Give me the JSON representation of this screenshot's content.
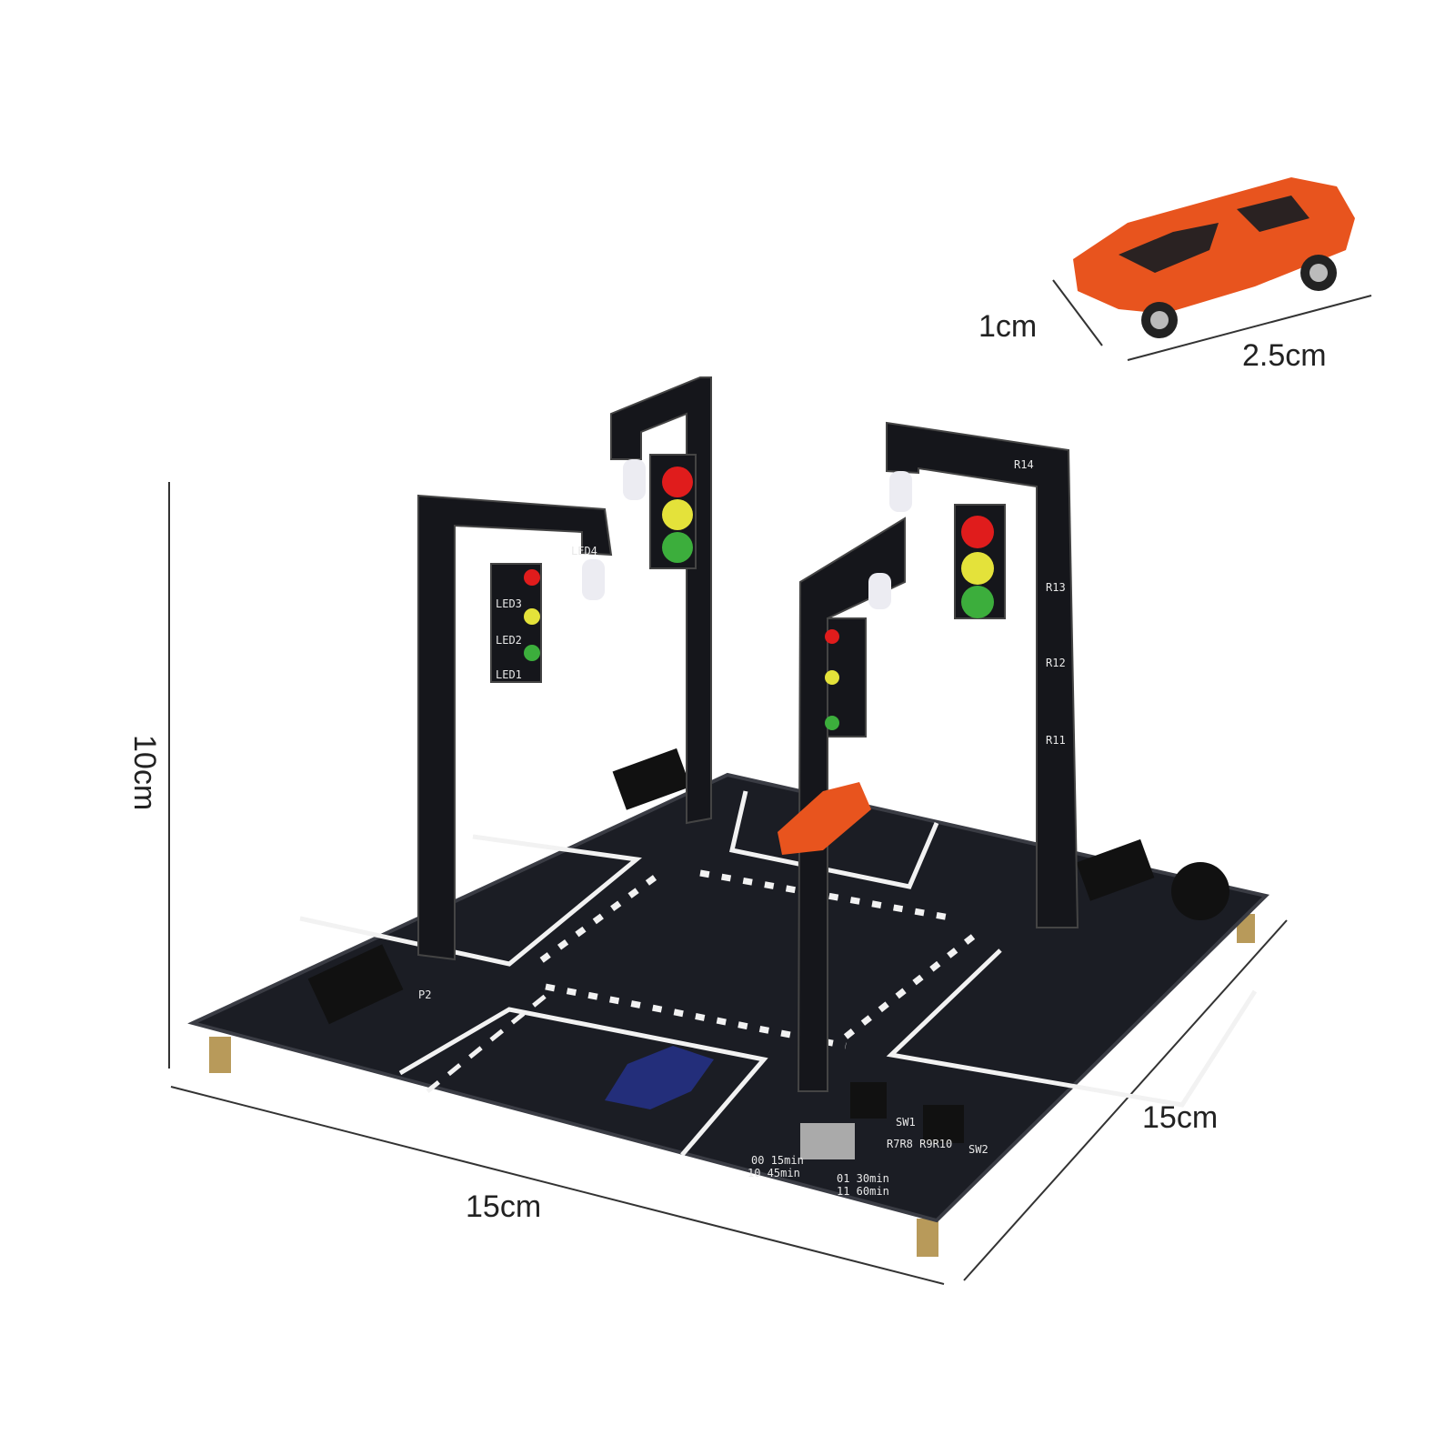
{
  "dimensions": {
    "car_width": "1cm",
    "car_length": "2.5cm",
    "height": "10cm",
    "board_front": "15cm",
    "board_side": "15cm"
  },
  "silkscreen": {
    "led1": "LED1",
    "led2": "LED2",
    "led3": "LED3",
    "led4": "LED4",
    "r11": "R11",
    "r12": "R12",
    "r13": "R13",
    "r14": "R14",
    "sw1": "SW1",
    "sw2": "SW2",
    "resistors": "R7R8 R9R10",
    "p2": "P2",
    "timer_00": "00 15min",
    "timer_10": "10 45min",
    "timer_01": "01 30min",
    "timer_11": "11 60min"
  },
  "colors": {
    "board": "#1b1d24",
    "road_line": "#f2f2f2",
    "car_orange": "#e8541e",
    "car_blue": "#232e7a",
    "led_red": "#e01c1c",
    "led_yellow": "#e4e23a",
    "led_green": "#3cae3c"
  }
}
